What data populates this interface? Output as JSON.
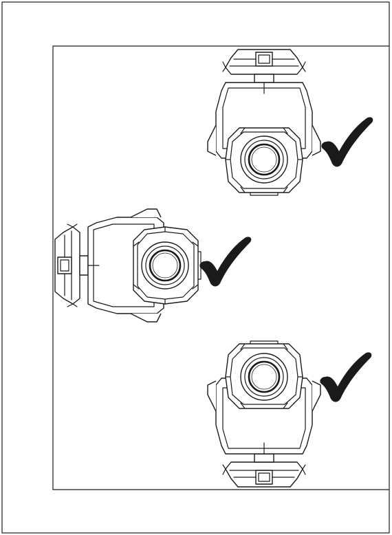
{
  "diagram": {
    "colors": {
      "line": "#1a1a1a",
      "paper": "#ffffff"
    },
    "fixtures": [
      {
        "name": "moving-head-fixture-top",
        "mount": "hung-from-top",
        "approved": true,
        "mark_icon": "check-icon"
      },
      {
        "name": "moving-head-fixture-left",
        "mount": "mounted-on-left-wall",
        "approved": true,
        "mark_icon": "check-icon"
      },
      {
        "name": "moving-head-fixture-bottom",
        "mount": "standing-on-floor",
        "approved": true,
        "mark_icon": "check-icon"
      }
    ]
  }
}
